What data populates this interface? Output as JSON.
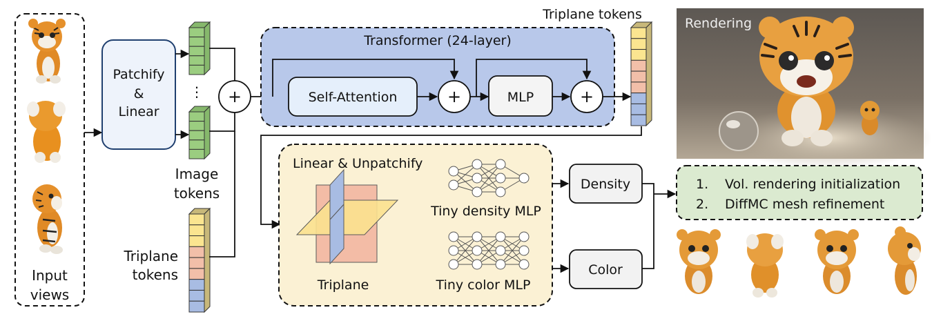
{
  "input_views": {
    "label_line1": "Input",
    "label_line2": "views"
  },
  "patchify": {
    "line1": "Patchify",
    "line2": "&",
    "line3": "Linear"
  },
  "image_tokens": {
    "line1": "Image",
    "line2": "tokens",
    "ellipsis": "⋮"
  },
  "triplane_tokens_in": {
    "line1": "Triplane",
    "line2": "tokens"
  },
  "transformer": {
    "title": "Transformer (24-layer)",
    "self_attention": "Self-Attention",
    "mlp": "MLP",
    "plus": "+"
  },
  "triplane_tokens_out": {
    "label": "Triplane tokens"
  },
  "rendering": {
    "label": "Rendering"
  },
  "decoder": {
    "title": "Linear & Unpatchify",
    "triplane": "Triplane",
    "density_mlp": "Tiny density MLP",
    "color_mlp": "Tiny color MLP"
  },
  "outputs": {
    "density": "Density",
    "color": "Color"
  },
  "steps": {
    "step1_num": "1.",
    "step1": "Vol. rendering initialization",
    "step2_num": "2.",
    "step2": "DiffMC mesh refinement"
  },
  "colors": {
    "transformer_bg": "#b8c8ea",
    "decoder_bg": "#fbf1d4",
    "steps_bg": "#dbead0",
    "image_token": "#9bcd80",
    "tok_tan": "#c8b87a",
    "tok_yellow": "#fbe590",
    "tok_pink": "#f2bfa9",
    "tok_blue": "#a8bce3"
  }
}
